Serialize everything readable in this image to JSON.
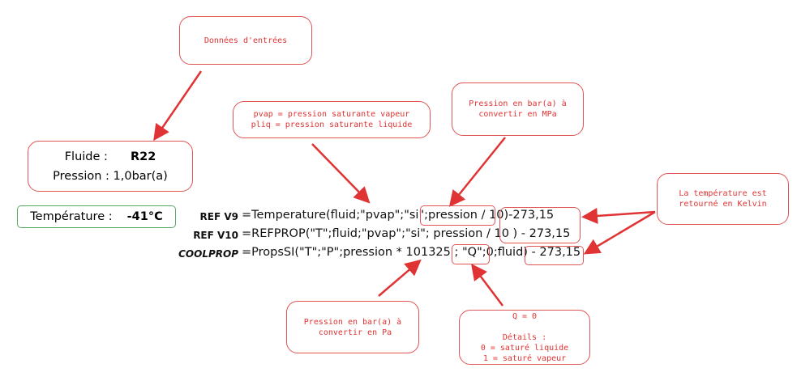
{
  "notes": {
    "inputs": "Données d'entrées",
    "pvap_line1": "pvap = pression saturante vapeur",
    "pvap_line2": "pliq = pression saturante liquide",
    "mpa": "Pression en bar(a) à\nconvertir en MPa",
    "kelvin": "La température est\nretourné en Kelvin",
    "pa": "Pression en bar(a) à\n convertir en Pa",
    "q": "Q = 0\n\nDétails :\n0 = saturé liquide\n1 = saturé vapeur"
  },
  "inputs": {
    "fluid_label": "Fluide :",
    "fluid_value": "R22",
    "pressure_label": "Pression :",
    "pressure_value": "1,0bar(a)"
  },
  "result": {
    "label": "Température :",
    "value": "-41°C"
  },
  "formulas": [
    {
      "label": "REF V9",
      "formula": "=Temperature(fluid;\"pvap\";\"si\";pression / 10)-273,15"
    },
    {
      "label": "REF V10",
      "formula": "=REFPROP(\"T\";fluid;\"pvap\";\"si\"; pression / 10 ) - 273,15"
    },
    {
      "label": "COOLPROP",
      "formula": "=PropsSI(\"T\";\"P\";pression * 101325 ; \"Q\";0;fluid) - 273,15"
    }
  ],
  "colors": {
    "accent": "#e03333",
    "green": "#55aa66"
  }
}
